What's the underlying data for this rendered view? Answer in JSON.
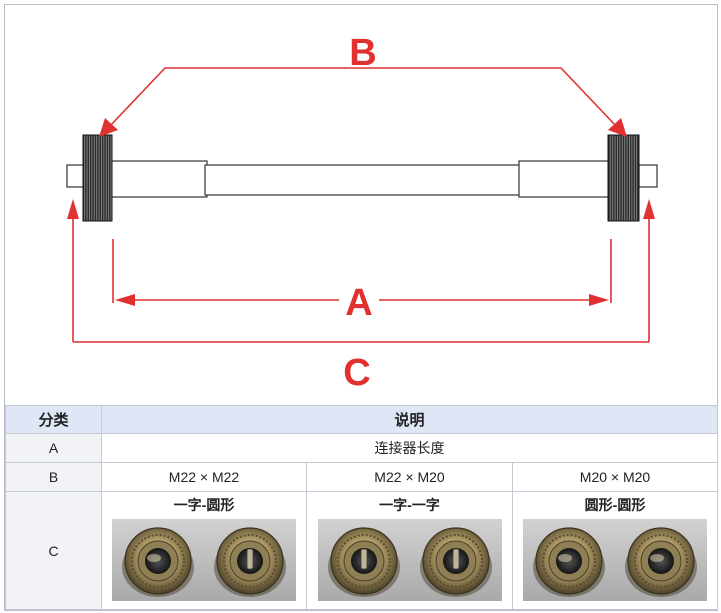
{
  "diagram": {
    "label_a": "A",
    "label_b": "B",
    "label_c": "C",
    "arrow_color": "#e0302f"
  },
  "table": {
    "header": [
      "分类",
      "说明"
    ],
    "row_a": {
      "label": "A",
      "desc": "连接器长度"
    },
    "row_b": {
      "label": "B",
      "values": [
        "M22 × M22",
        "M22 × M20",
        "M20 × M20"
      ]
    },
    "row_c": {
      "label": "C",
      "values": [
        "一字-圆形",
        "一字-一字",
        "圆形-圆形"
      ]
    }
  },
  "colors": {
    "header_bg": "#dfe6f5",
    "border": "#c4c9d3",
    "connector_dark": "#2c2c2c",
    "photo_bg": "#bdbdbd"
  },
  "icons": [
    "knurled-fitting-icon",
    "round-nut-icon",
    "slotted-nut-icon"
  ]
}
